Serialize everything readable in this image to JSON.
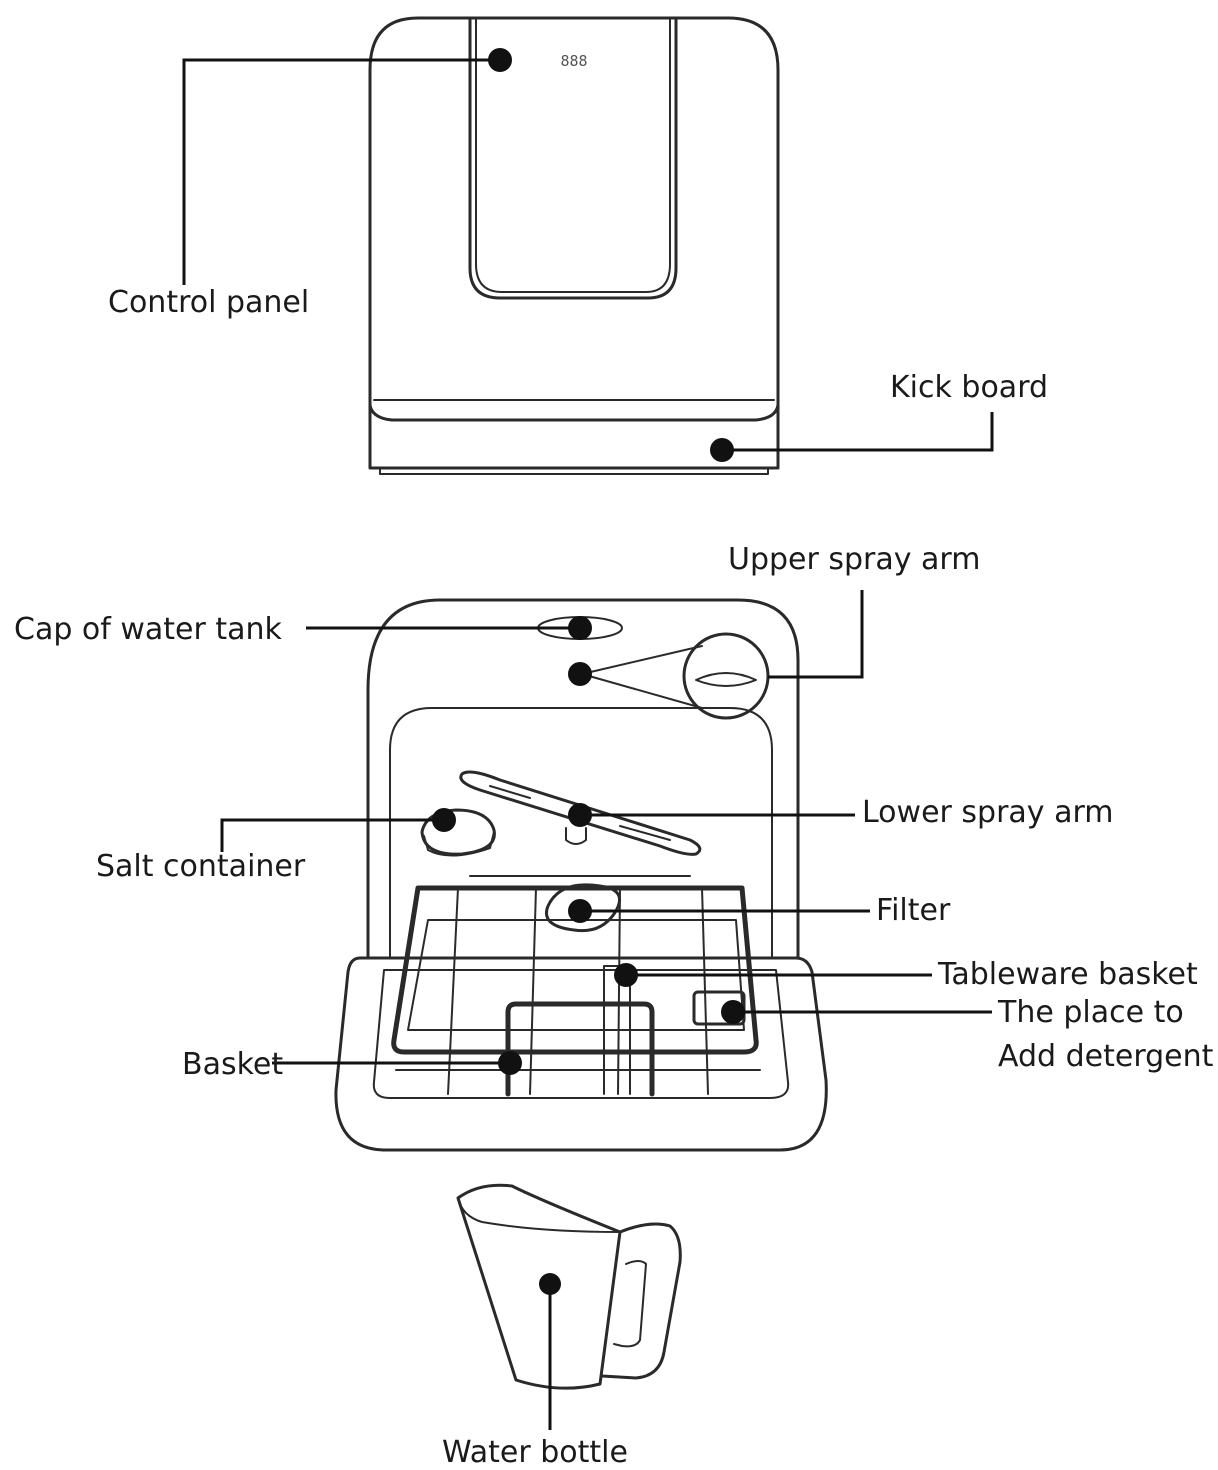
{
  "display": {
    "text": "888"
  },
  "labels": {
    "control_panel": "Control panel",
    "kick_board": "Kick board",
    "upper_spray_arm": "Upper spray arm",
    "cap_of_water_tank": "Cap of water tank",
    "lower_spray_arm": "Lower spray arm",
    "salt_container": "Salt container",
    "filter": "Filter",
    "tableware_basket": "Tableware basket",
    "detergent_line1": "The place to",
    "detergent_line2": "Add detergent",
    "basket": "Basket",
    "water_bottle": "Water bottle"
  }
}
